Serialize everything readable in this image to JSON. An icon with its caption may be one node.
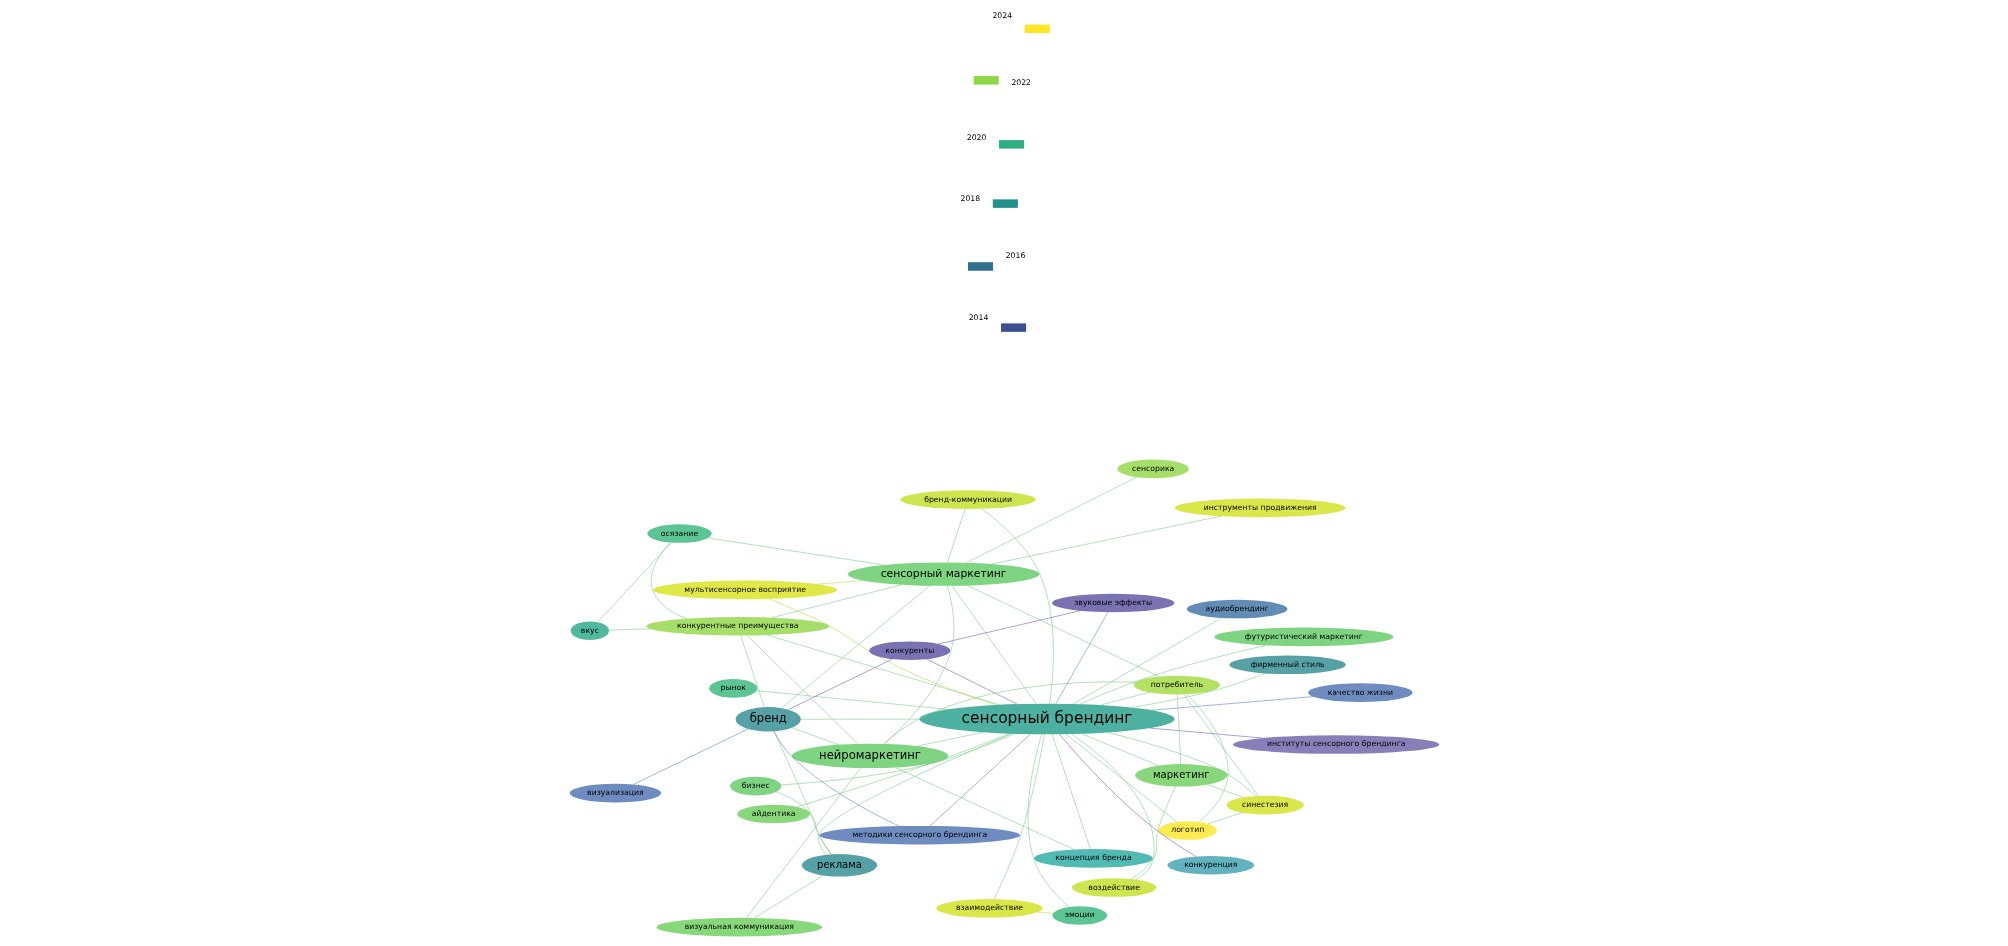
{
  "diagram": {
    "nodes": [
      {
        "text": [
          "сенсорный брендинг"
        ]
      },
      {
        "text": [
          "бренд"
        ]
      },
      {
        "text": [
          "нейромаркетинг"
        ]
      },
      {
        "text": [
          "сенсорный маркетинг"
        ]
      },
      {
        "text": [
          "маркетинг"
        ]
      },
      {
        "text": [
          "реклама"
        ]
      },
      {
        "text": [
          "потребитель"
        ]
      },
      {
        "text": [
          "синестезия"
        ]
      },
      {
        "text": [
          "логотип"
        ]
      },
      {
        "text": [
          "эмоции"
        ]
      },
      {
        "text": [
          "конкуренция"
        ]
      },
      {
        "text": [
          "рынок"
        ]
      },
      {
        "text": [
          "институты сенсорного брендинга"
        ]
      },
      {
        "text": [
          "концепция бренда"
        ]
      },
      {
        "text": [
          "конкурентные преимущества"
        ]
      },
      {
        "text": [
          "инструменты продвижения"
        ]
      },
      {
        "text": [
          "сенсорика"
        ]
      },
      {
        "text": [
          "осязание"
        ]
      },
      {
        "text": [
          "вкус"
        ]
      },
      {
        "text": [
          "бренд-коммуникации"
        ]
      },
      {
        "text": [
          "воздействие"
        ]
      },
      {
        "text": [
          "взаимодействие"
        ]
      },
      {
        "text": [
          "звуковые эффекты"
        ]
      },
      {
        "text": [
          "футуристический маркетинг"
        ]
      },
      {
        "text": [
          "мультисенсорное восприятие"
        ]
      },
      {
        "text": [
          "методики сенсорного брендинга"
        ]
      },
      {
        "text": [
          "качество жизни"
        ]
      },
      {
        "text": [
          "конкуренты"
        ]
      },
      {
        "text": [
          "визуализация"
        ]
      },
      {
        "text": [
          "визуальная коммуникация"
        ]
      },
      {
        "text": [
          "аудиобрендинг"
        ]
      },
      {
        "text": [
          "фирменный стиль"
        ]
      },
      {
        "text": [
          "айдентика"
        ]
      },
      {
        "text": [
          "бизнес"
        ]
      }
    ],
    "edges": [
      {
        "from": 0,
        "to": 1,
        "arrow": "none"
      },
      {
        "from": 0,
        "to": 2,
        "arrow": "none"
      },
      {
        "from": 0,
        "to": 3,
        "arrow": "none"
      },
      {
        "from": 0,
        "to": 4,
        "arrow": "none"
      },
      {
        "from": 0,
        "to": 5,
        "arrow": "none"
      },
      {
        "from": 0,
        "to": 6,
        "arrow": "none"
      },
      {
        "from": 0,
        "to": 7,
        "arrow": "none"
      },
      {
        "from": 0,
        "to": 8,
        "arrow": "none"
      },
      {
        "from": 0,
        "to": 9,
        "arrow": "none"
      },
      {
        "from": 0,
        "to": 10,
        "arrow": "none",
        "color": "#6a5fa8"
      },
      {
        "from": 0,
        "to": 11,
        "arrow": "none"
      },
      {
        "from": 0,
        "to": 12,
        "arrow": "none",
        "color": "#6a5fa8"
      },
      {
        "from": 0,
        "to": 13,
        "arrow": "none"
      },
      {
        "from": 0,
        "to": 14,
        "arrow": "none"
      },
      {
        "from": 0,
        "to": 19,
        "arrow": "none"
      },
      {
        "from": 0,
        "to": 20,
        "arrow": "none"
      },
      {
        "from": 0,
        "to": 21,
        "arrow": "none"
      },
      {
        "from": 0,
        "to": 22,
        "arrow": "none",
        "color": "#5a8fa8"
      },
      {
        "from": 0,
        "to": 23,
        "arrow": "none"
      },
      {
        "from": 0,
        "to": 24,
        "arrow": "none",
        "color": "#b5d84a"
      },
      {
        "from": 0,
        "to": 25,
        "arrow": "none",
        "color": "#5a7fc0"
      },
      {
        "from": 0,
        "to": 26,
        "arrow": "none",
        "color": "#5a7fc0"
      },
      {
        "from": 0,
        "to": 27,
        "arrow": "none",
        "color": "#6a5fa8"
      },
      {
        "from": 0,
        "to": 30,
        "arrow": "none"
      },
      {
        "from": 0,
        "to": 31,
        "arrow": "none"
      },
      {
        "from": 0,
        "to": 32,
        "arrow": "none"
      },
      {
        "from": 0,
        "to": 33,
        "arrow": "none"
      },
      {
        "from": 1,
        "to": 2,
        "arrow": "none"
      },
      {
        "from": 1,
        "to": 3,
        "arrow": "none"
      },
      {
        "from": 1,
        "to": 5,
        "arrow": "none"
      },
      {
        "from": 1,
        "to": 25,
        "arrow": "none",
        "color": "#5a7fc0"
      },
      {
        "from": 1,
        "to": 27,
        "arrow": "none",
        "color": "#6a5fa8"
      },
      {
        "from": 1,
        "to": 28,
        "arrow": "none",
        "color": "#5a7fc0"
      },
      {
        "from": 1,
        "to": 14,
        "arrow": "none"
      },
      {
        "from": 2,
        "to": 3,
        "arrow": "none"
      },
      {
        "from": 2,
        "to": 6,
        "arrow": "none"
      },
      {
        "from": 2,
        "to": 13,
        "arrow": "none"
      },
      {
        "from": 2,
        "to": 14,
        "arrow": "none"
      },
      {
        "from": 2,
        "to": 29,
        "arrow": "none"
      },
      {
        "from": 3,
        "to": 19,
        "arrow": "none"
      },
      {
        "from": 3,
        "to": 6,
        "arrow": "none"
      },
      {
        "from": 3,
        "to": 14,
        "arrow": "none"
      },
      {
        "from": 3,
        "to": 15,
        "arrow": "none"
      },
      {
        "from": 3,
        "to": 16,
        "arrow": "none"
      },
      {
        "from": 3,
        "to": 17,
        "arrow": "none"
      },
      {
        "from": 14,
        "to": 17,
        "arrow": "none"
      },
      {
        "from": 14,
        "to": 18,
        "arrow": "none"
      },
      {
        "from": 17,
        "to": 18,
        "arrow": "none"
      },
      {
        "from": 4,
        "to": 20,
        "arrow": "none"
      },
      {
        "from": 4,
        "to": 6,
        "arrow": "none"
      },
      {
        "from": 4,
        "to": 7,
        "arrow": "none"
      },
      {
        "from": 6,
        "to": 7,
        "arrow": "none"
      },
      {
        "from": 6,
        "to": 8,
        "arrow": "none"
      },
      {
        "from": 7,
        "to": 8,
        "arrow": "none"
      },
      {
        "from": 22,
        "to": 27,
        "arrow": "none",
        "color": "#6a5fa8"
      },
      {
        "from": 21,
        "to": 9,
        "arrow": "none",
        "color": "#b5d84a"
      },
      {
        "from": 24,
        "to": 3,
        "arrow": "none",
        "color": "#b5d84a"
      },
      {
        "from": 5,
        "to": 29,
        "arrow": "none"
      },
      {
        "from": 5,
        "to": 33,
        "arrow": "none"
      }
    ],
    "labels": [
      "2014",
      "2016",
      "2018",
      "2020",
      "2022",
      "2024"
    ]
  }
}
